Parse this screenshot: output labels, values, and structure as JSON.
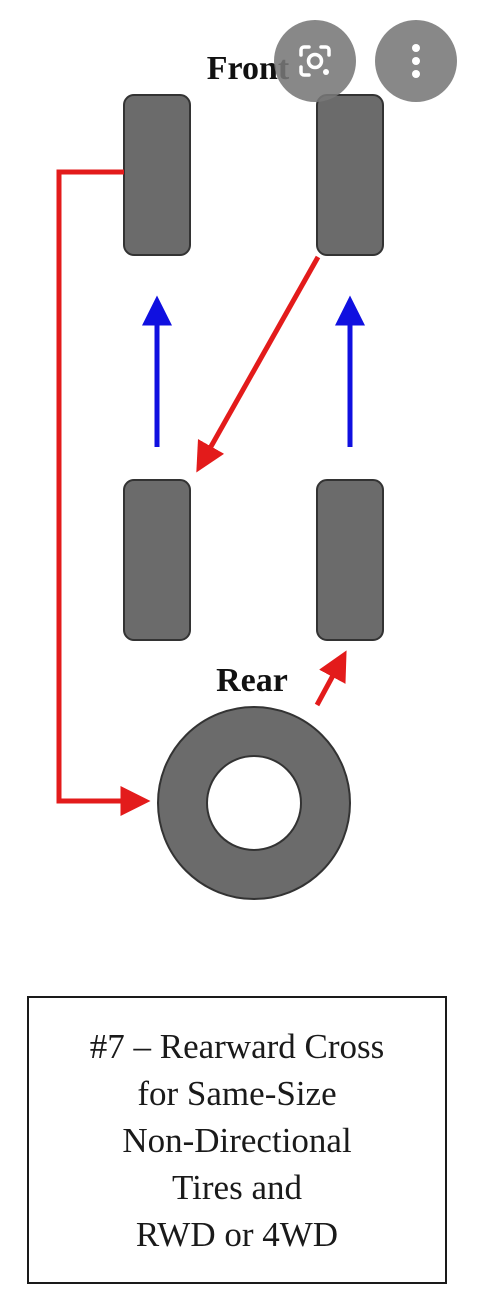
{
  "diagram": {
    "front_label": "Front",
    "rear_label": "Rear",
    "colors": {
      "tire_fill": "#6b6b6b",
      "tire_stroke": "#333333",
      "cross_arrow": "#e31b1b",
      "straight_arrow": "#1010e0"
    }
  },
  "caption": {
    "lines": [
      "#7 – Rearward Cross",
      "for Same-Size",
      "Non-Directional",
      "Tires and",
      "RWD or 4WD"
    ]
  },
  "overlay": {
    "lens_icon": "google-lens-icon",
    "more_icon": "vertical-dots-icon"
  }
}
